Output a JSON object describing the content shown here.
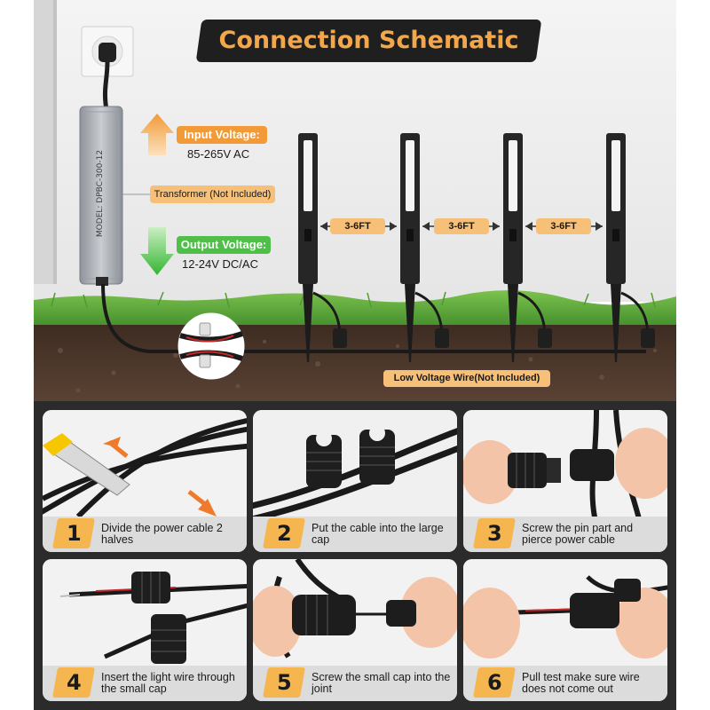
{
  "title": "Connection Schematic",
  "input_voltage": {
    "label": "Input Voltage:",
    "value": "85-265V AC"
  },
  "transformer_label": "Transformer (Not Included)",
  "output_voltage": {
    "label": "Output Voltage:",
    "value": "12-24V DC/AC"
  },
  "transformer_model": "MODEL: DPBC-300-12",
  "spacing_labels": [
    "3-6FT",
    "3-6FT",
    "3-6FT"
  ],
  "wire_label": "Low Voltage Wire(Not Included)",
  "steps": [
    {
      "number": "1",
      "text": "Divide the power cable 2 halves"
    },
    {
      "number": "2",
      "text": "Put the cable into the large cap"
    },
    {
      "number": "3",
      "text": "Screw the pin part and pierce power cable"
    },
    {
      "number": "4",
      "text": "Insert the light wire through the small cap"
    },
    {
      "number": "5",
      "text": "Screw the small cap into the joint"
    },
    {
      "number": "6",
      "text": "Pull test make sure wire does not come out"
    }
  ],
  "colors": {
    "accent_orange": "#f19a37",
    "accent_light_orange": "#f6c079",
    "accent_green": "#4fbf4a",
    "title_text": "#f3a74a",
    "title_bg": "#1f1f1f",
    "soil": "#4a3528",
    "grass": "#5aa83a"
  },
  "icons": [
    "wall-outlet-icon",
    "transformer-icon",
    "up-arrow-icon",
    "down-arrow-icon",
    "double-arrow-icon",
    "stake-light-icon",
    "wire-connector-icon"
  ]
}
